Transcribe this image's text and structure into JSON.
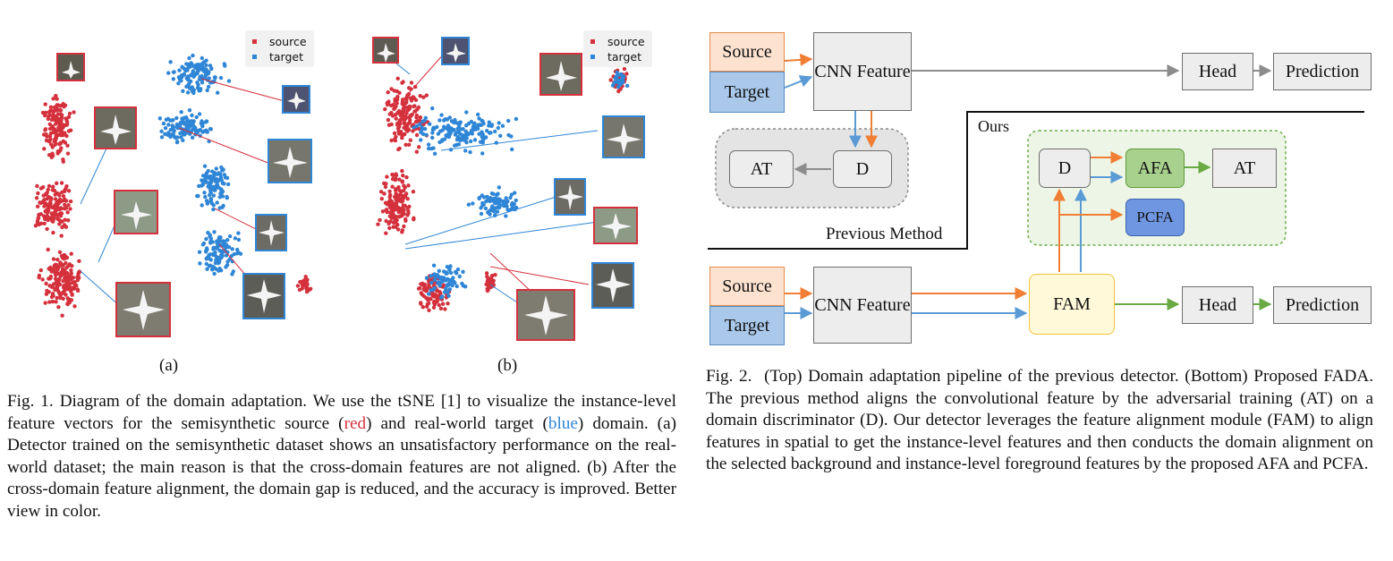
{
  "fig1": {
    "legend_source": "source",
    "legend_target": "target",
    "label_a": "(a)",
    "label_b": "(b)",
    "caption_label": "Fig. 1.",
    "caption_part1": "Diagram of the domain adaptation. We use the tSNE [1] to visualize the instance-level feature vectors for the semisynthetic source (",
    "caption_red": "red",
    "caption_part2": ") and real-world target (",
    "caption_blue": "blue",
    "caption_part3": ") domain. (a) Detector trained on the semisynthetic dataset shows an unsatisfactory performance on the real-world dataset; the main reason is that the cross-domain features are not aligned. (b) After the cross-domain feature alignment, the domain gap is reduced, and the accuracy is improved. Better view in color.",
    "source_color": "#d4313d",
    "target_color": "#2f86d6"
  },
  "fig2": {
    "top_source": "Source",
    "top_target": "Target",
    "top_cnn": "CNN Feature",
    "top_head": "Head",
    "top_prediction": "Prediction",
    "prev_at": "AT",
    "prev_d": "D",
    "previous_method_label": "Previous Method",
    "ours_label": "Ours",
    "ours_d": "D",
    "ours_afa": "AFA",
    "ours_at": "AT",
    "ours_pcfa": "PCFA",
    "bottom_source": "Source",
    "bottom_target": "Target",
    "bottom_cnn": "CNN Feature",
    "bottom_fam": "FAM",
    "bottom_head": "Head",
    "bottom_prediction": "Prediction",
    "caption_label": "Fig. 2.",
    "caption_text": "(Top) Domain adaptation pipeline of the previous detector. (Bottom) Proposed FADA. The previous method aligns the convolutional feature by the adversarial training (AT) on a domain discriminator (D). Our detector leverages the feature alignment module (FAM) to align features in spatial to get the instance-level features and then conducts the domain alignment on the selected background and instance-level foreground features by the proposed AFA and PCFA.",
    "orange": "#f07f35",
    "blue": "#5b9bd5",
    "green": "#6aaa45"
  }
}
